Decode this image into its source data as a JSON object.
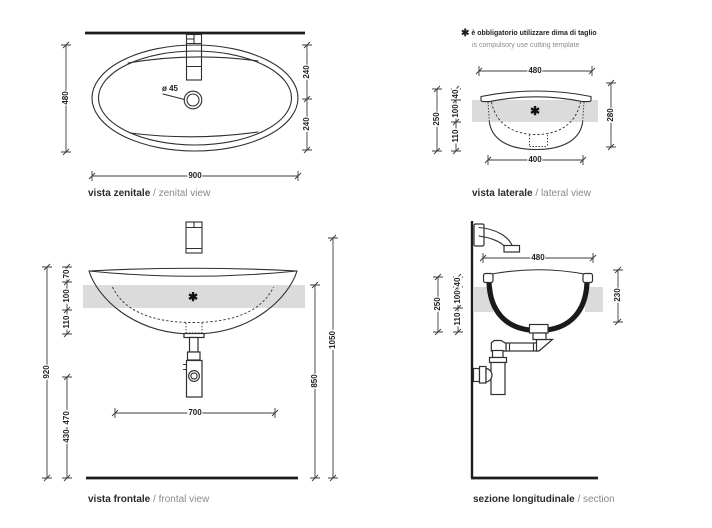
{
  "document": {
    "type": "washbasin technical drawing",
    "colors": {
      "countertop_fill": "#dbdbdc",
      "line": "#2f2f2f",
      "text": "#1f1f1f",
      "muted_text": "#8a8a8a"
    }
  },
  "note": {
    "symbol": "✱",
    "it": "è obbligatorio utilizzare dima di taglio",
    "en": "is compulsory use cutting template"
  },
  "views": {
    "zenital": {
      "label_it": "vista zenitale",
      "label_en": "/ zenital view",
      "dims": {
        "height": "480",
        "half_top": "240",
        "half_bottom": "240",
        "width": "900",
        "drain": "ø 45"
      }
    },
    "lateral": {
      "label_it": "vista laterale",
      "label_en": "/ lateral view",
      "cutout_mark": "✱",
      "dims": {
        "top_width": "480",
        "left_total": "250",
        "rim": "40",
        "counter": "100",
        "bowl": "110",
        "height": "280",
        "bottom_width": "400"
      }
    },
    "frontal": {
      "label_it": "vista frontale",
      "label_en": "/ frontal view",
      "cutout_mark": "✱",
      "dims": {
        "rim": "70",
        "counter": "100",
        "bowl": "110",
        "total_height": "920",
        "trap_range": "430- 470",
        "counter_height": "850",
        "faucet_height": "1050",
        "width": "700"
      }
    },
    "section": {
      "label_it": "sezione longitudinale",
      "label_en": "/ section",
      "dims": {
        "top_width": "480",
        "left_total": "250",
        "rim": "40",
        "counter": "100",
        "bowl": "110",
        "height": "230"
      }
    }
  }
}
